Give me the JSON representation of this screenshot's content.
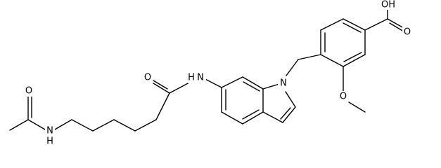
{
  "structure": {
    "atom_labels": {
      "acetyl_oxygen": "O",
      "amide_nitrogen_1": "N",
      "amide_hydrogen_1": "H",
      "hexanoyl_oxygen": "O",
      "amide_nitrogen_2": "N",
      "amide_hydrogen_2": "H",
      "indole_nitrogen": "N",
      "methoxy_oxygen": "O",
      "carboxyl_oxygen_hydroxyl": "OH",
      "carboxyl_oxygen_carbonyl": "O"
    }
  },
  "colors": {
    "bond": "#000000",
    "text": "#000000",
    "background": "#ffffff"
  }
}
